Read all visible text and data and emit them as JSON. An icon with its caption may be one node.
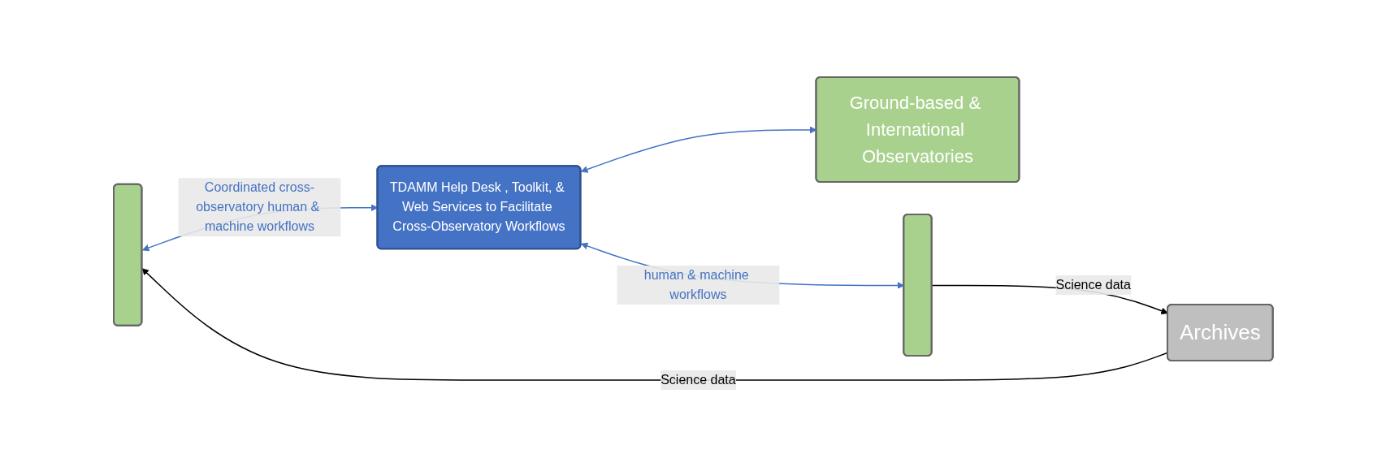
{
  "diagram": {
    "nodes": [
      {
        "text": [],
        "shape": "box"
      },
      {
        "text": [
          "TDAMM Help Desk , Toolkit, & Web Services to Facilitate Cross-Observatory Workflows"
        ]
      },
      {
        "text": [
          "Ground-based & International Observatories"
        ]
      },
      {
        "text": [],
        "shape": "box"
      },
      {
        "text": [
          "Archives"
        ]
      }
    ],
    "edges": [
      {
        "from": 0,
        "to": 1,
        "arrow": "both",
        "label": "Coordinated cross-observatory human & machine workflows"
      },
      {
        "from": 1,
        "to": 3,
        "arrow": "both",
        "label": "human & machine workflows"
      },
      {
        "from": 1,
        "to": 2,
        "arrow": "both"
      },
      {
        "from": 3,
        "to": 4,
        "arrow": "to",
        "label": "Science data",
        "color": "#000000"
      },
      {
        "from": 4,
        "to": 0,
        "arrow": "to",
        "label": "Science data",
        "color": "#000000"
      }
    ]
  }
}
